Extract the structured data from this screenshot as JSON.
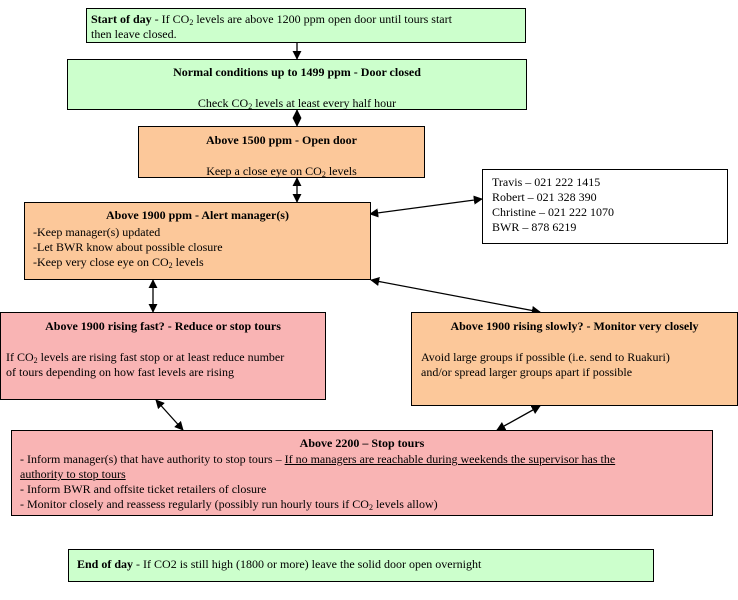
{
  "colors": {
    "green": "#ccffcc",
    "orange": "#fcc89a",
    "pink": "#f9b4b4",
    "white": "#ffffff",
    "line": "#000000"
  },
  "start": {
    "title": "Start of day",
    "text_a": " - If CO",
    "sub": "2",
    "text_b": " levels are above 1200 ppm open door until tours start",
    "text_c": "then leave closed."
  },
  "normal": {
    "title": "Normal conditions up to 1499 ppm - Door closed",
    "text_a": "Check CO",
    "sub": "2",
    "text_b": " levels at least every half hour"
  },
  "above1500": {
    "title": "Above 1500 ppm - Open door",
    "text_a": "Keep a close eye on CO",
    "sub": "2",
    "text_b": " levels"
  },
  "above1900": {
    "title": "Above 1900 ppm - Alert manager(s)",
    "line1": "-Keep manager(s) updated",
    "line2": "-Let BWR know about possible closure",
    "line3a": "-Keep very close eye on CO",
    "sub": "2",
    "line3b": " levels"
  },
  "contacts": [
    "Travis – 021 222 1415",
    "Robert – 021 328 390",
    "Christine – 021 222 1070",
    "BWR – 878 6219"
  ],
  "fast": {
    "title": "Above 1900 rising fast? - Reduce or stop tours",
    "text_a": "If CO",
    "sub": "2",
    "text_b": " levels are rising fast stop or at least reduce number",
    "text_c": "of tours depending on how fast levels are rising"
  },
  "slow": {
    "title": "Above 1900 rising slowly? - Monitor very closely",
    "line1": "Avoid large groups if possible (i.e. send to Ruakuri)",
    "line2": "and/or spread larger groups apart if possible"
  },
  "stop": {
    "title": "Above 2200 – Stop tours",
    "line1a": "- Inform manager(s) that have authority to stop tours – ",
    "line1b": "If no managers are reachable during weekends the supervisor has the",
    "line1c": "authority to stop tours",
    "line2": "- Inform BWR and offsite ticket retailers of closure",
    "line3a": "- Monitor closely and reassess regularly (possibly run hourly tours if CO",
    "sub": "2",
    "line3b": " levels allow)"
  },
  "end": {
    "title": "End of day",
    "text": " - If CO2 is still high (1800 or more) leave the solid door open overnight"
  }
}
